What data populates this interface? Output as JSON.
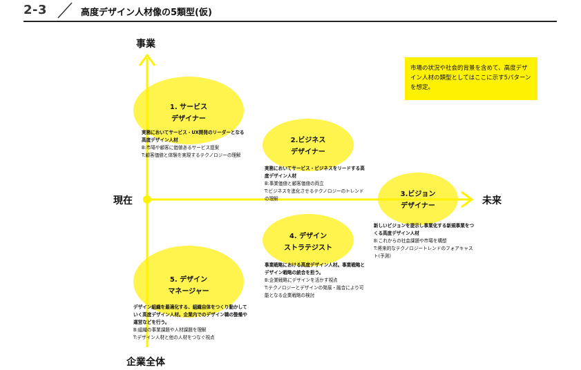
{
  "header": {
    "section_number": "2-3",
    "title": "高度デザイン人材像の5類型(仮)"
  },
  "axes": {
    "top": "事業",
    "bottom": "企業全体",
    "left": "現在",
    "right": "未来"
  },
  "note": "市場の状況や社会的背景を含めて、高度デザイン人材の類型としてはここに示す5パターンを想定。",
  "types": [
    {
      "title": "1. サービス\nデザイナー",
      "main": "実務においてサービス・UX開発のリーダーとなる高度デザイン人材",
      "b": "B:市場や顧客に価値あるサービス提案",
      "t": "T:顧客価値と体験を実現するテクノロジーの理解"
    },
    {
      "title": "2.ビジネス\nデザイナー",
      "main": "実務においてサービス・ビジネスをリードする高度デザイン人材",
      "b": "B:事業価値と顧客価値の両立",
      "t": "T:ビジネスを進化させるテクノロジーのトレンドの理解"
    },
    {
      "title": "3.ビジョン\nデザイナー",
      "main": "新しいビジョンを提示し事業化する新規事業をつくる高度デザイン人材",
      "b": "B:これからの社会課題や市場を構想",
      "t": "T:将来的なテクノロジートレンドのフォアキャスト(予測)"
    },
    {
      "title": "4. デザイン\nストラテジスト",
      "main": "事業戦略における高度デザイン人材。事業戦略とデザイン戦略の統合を担う。",
      "b": "B:企業戦略にデザインを活かす視点",
      "t": "T:テクノロジーとデザインの発展・融合により可能となる企業戦略の検討"
    },
    {
      "title": "5. デザイン\nマネージャー",
      "main": "デザイン組織を最適化する、組織自体をつくり動かしていく高度デザイン人材。企業内でのデザイン職の整備や運営などを行う。",
      "b": "B:組織の事業課題や人材課題を理解",
      "t": "T:デザイン人材と他の人材をつなぐ視点"
    }
  ],
  "colors": {
    "accent_yellow": "#fff200",
    "bubble_yellow": "#fff34d",
    "axis_yellow": "#fff200",
    "text": "#111111",
    "rule": "#222222"
  }
}
